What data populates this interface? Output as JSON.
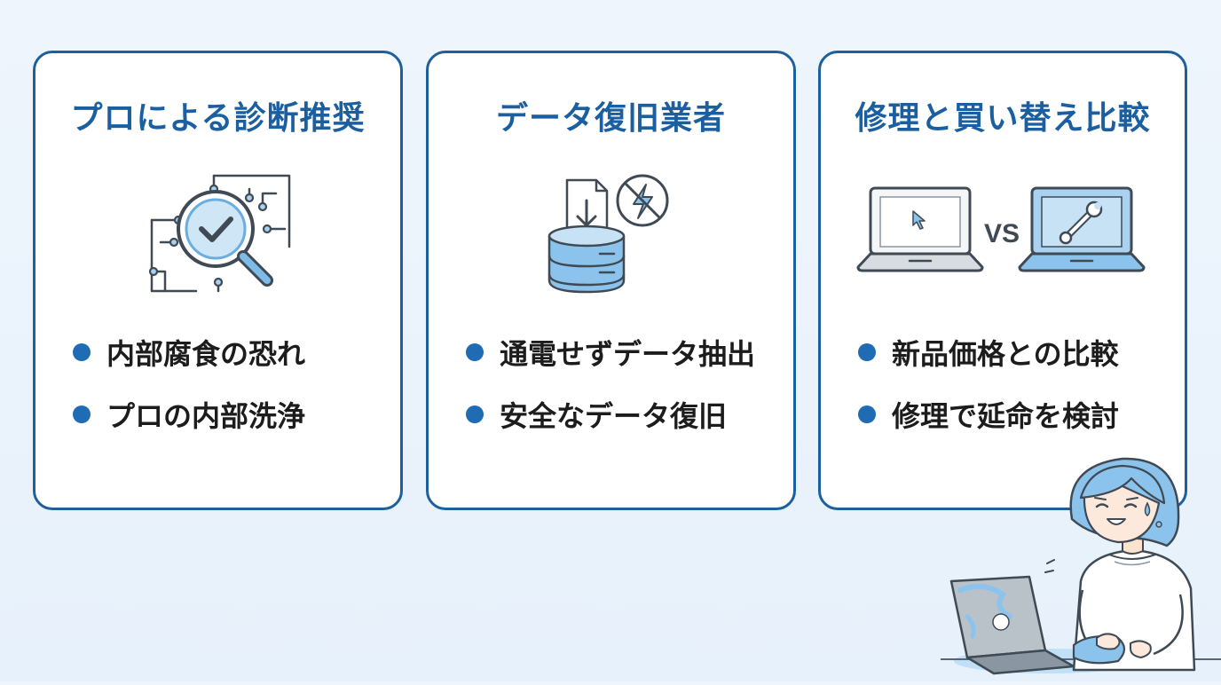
{
  "cards": [
    {
      "title": "プロによる診断推奨",
      "bullets": [
        "内部腐食の恐れ",
        "プロの内部洗浄"
      ],
      "icon": "magnifier-check-circuit-icon"
    },
    {
      "title": "データ復旧業者",
      "bullets": [
        "通電せずデータ抽出",
        "安全なデータ復旧"
      ],
      "icon": "database-no-power-icon"
    },
    {
      "title": "修理と買い替え比較",
      "bullets": [
        "新品価格との比較",
        "修理で延命を検討"
      ],
      "icon": "laptop-vs-repair-icon",
      "vs_label": "VS"
    }
  ],
  "colors": {
    "accent": "#1e5f9e",
    "bullet": "#1f6cb5",
    "light_blue": "#a9d2f0",
    "background": "#eef5fc"
  }
}
